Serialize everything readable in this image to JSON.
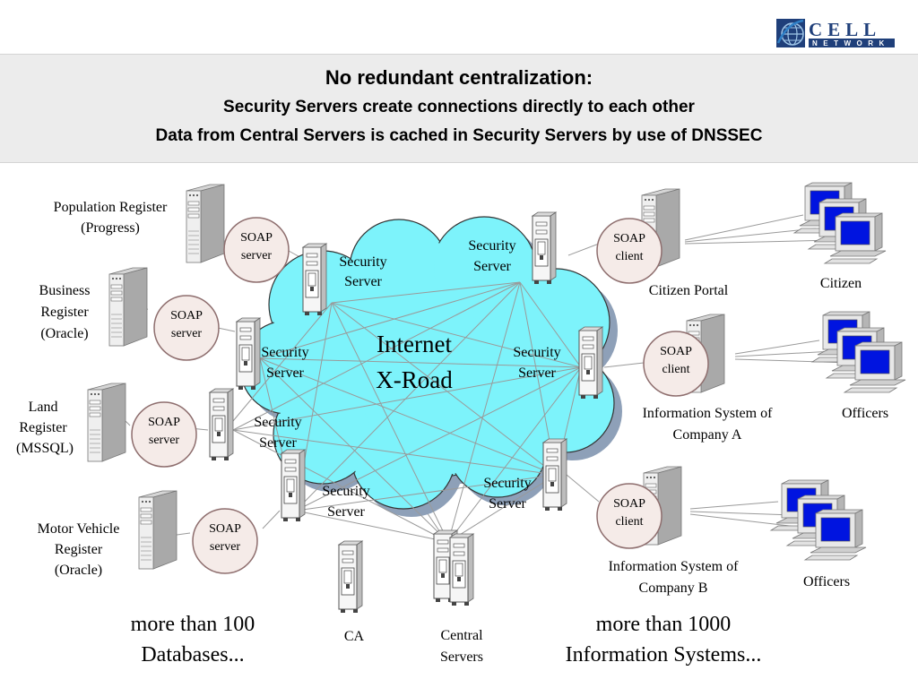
{
  "header": {
    "title": "No redundant centralization:",
    "line2": "Security Servers create connections directly to each other",
    "line3": "Data from Central Servers is cached in Security Servers by use of DNSSEC"
  },
  "logo": {
    "word_top": "CELL",
    "word_bottom": "NETWORK",
    "colors": {
      "navy": "#1f3f7a",
      "blue": "#2f7fc6",
      "light": "#9fc6e8"
    }
  },
  "colors": {
    "cloud_fill": "#7df3fb",
    "cloud_shadow": "#8ea0b8",
    "bubble_fill": "#f5ebe8",
    "bubble_stroke": "#8e6e6e",
    "screen": "#0014e0",
    "link": "#9a9a9a"
  },
  "network": {
    "line1": "Internet",
    "line2": "X-Road"
  },
  "security_server_label": {
    "line1": "Security",
    "line2": "Server"
  },
  "databases": [
    {
      "line1": "Population Register",
      "line2": "(Progress)",
      "bubble1": "SOAP",
      "bubble2": "server"
    },
    {
      "line1": "Business",
      "line2": "Register",
      "line3": "(Oracle)",
      "bubble1": "SOAP",
      "bubble2": "server"
    },
    {
      "line1": "Land",
      "line2": "Register",
      "line3": "(MSSQL)",
      "bubble1": "SOAP",
      "bubble2": "server"
    },
    {
      "line1": "Motor Vehicle",
      "line2": "Register",
      "line3": "(Oracle)",
      "bubble1": "SOAP",
      "bubble2": "server"
    }
  ],
  "clients": [
    {
      "name": "Citizen Portal",
      "bubble1": "SOAP",
      "bubble2": "client",
      "users": "Citizen"
    },
    {
      "name_line1": "Information System of",
      "name_line2": "Company A",
      "bubble1": "SOAP",
      "bubble2": "client",
      "users": "Officers"
    },
    {
      "name_line1": "Information System of",
      "name_line2": "Company B",
      "bubble1": "SOAP",
      "bubble2": "client",
      "users": "Officers"
    }
  ],
  "bottom": {
    "ca": "CA",
    "central_line1": "Central",
    "central_line2": "Servers",
    "db_note_line1": "more than 100",
    "db_note_line2": "Databases...",
    "is_note_line1": "more than 1000",
    "is_note_line2": "Information Systems..."
  }
}
